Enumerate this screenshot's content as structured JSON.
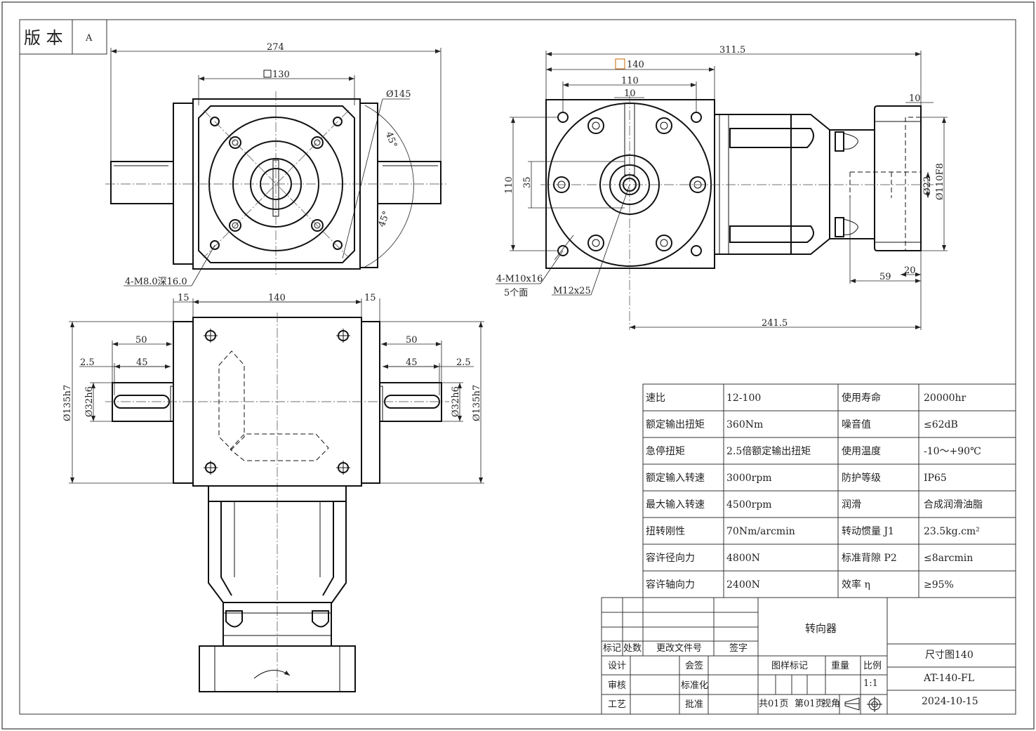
{
  "version_box": {
    "label": "版 本",
    "value": "A"
  },
  "top_left_view": {
    "dim_overall": "274",
    "dim_square": "130",
    "dim_pcd": "Ø145",
    "angle_1": "45°",
    "angle_2": "45°",
    "note_holes": "4-M8.0深16.0"
  },
  "bottom_left_view": {
    "dim_left_flange": "15",
    "dim_body": "140",
    "dim_right_flange": "15",
    "dim_shaft_left": "50",
    "dim_key_left": "45",
    "dim_offset_left": "2.5",
    "dim_shaft_right": "50",
    "dim_key_right": "45",
    "dim_offset_right": "2.5",
    "dia_flange_left": "Ø135h7",
    "dia_shaft_left": "Ø32h6",
    "dia_shaft_right": "Ø32h6",
    "dia_flange_right": "Ø135h7"
  },
  "right_view": {
    "dim_overall": "311.5",
    "dim_square": "140",
    "dim_holes": "110",
    "dim_key": "10",
    "dim_flange_key": "10",
    "dim_vertical_holes": "110",
    "dim_35": "35",
    "dia_22": "Ø22",
    "dia_110": "Ø110F8",
    "dim_59": "59",
    "dim_20": "20",
    "dim_241": "241.5",
    "note_holes_1": "4-M10x16",
    "note_holes_2": "5个面",
    "note_thread": "M12x25"
  },
  "spec_table": {
    "rows": [
      [
        "速比",
        "12-100",
        "使用寿命",
        "20000hr"
      ],
      [
        "额定输出扭矩",
        "360Nm",
        "噪音值",
        "≤62dB"
      ],
      [
        "急停扭矩",
        "2.5倍额定输出扭矩",
        "使用温度",
        "-10～+90℃"
      ],
      [
        "额定输入转速",
        "3000rpm",
        "防护等级",
        "IP65"
      ],
      [
        "最大输入转速",
        "4500rpm",
        "润滑",
        "合成润滑油脂"
      ],
      [
        "扭转刚性",
        "70Nm/arcmin",
        "转动惯量 J1",
        "23.5kg.cm²"
      ],
      [
        "容许径向力",
        "4800N",
        "标准背隙 P2",
        "≤8arcmin"
      ],
      [
        "容许轴向力",
        "2400N",
        "效率 η",
        "≥95%"
      ]
    ]
  },
  "title_block": {
    "mark": "标记",
    "count": "处数",
    "change_doc": "更改文件号",
    "sign": "签字",
    "product_name": "转向器",
    "design": "设计",
    "countersign": "会签",
    "review": "审核",
    "standardize": "标准化",
    "process": "工艺",
    "approve": "批准",
    "drawing_mark": "图样标记",
    "weight": "重量",
    "scale_label": "比例",
    "scale": "1:1",
    "pages_total": "共01页",
    "page_no": "第01页",
    "view_angle": "视角",
    "drawing_title": "尺寸图140",
    "model": "AT-140-FL",
    "date": "2024-10-15"
  }
}
